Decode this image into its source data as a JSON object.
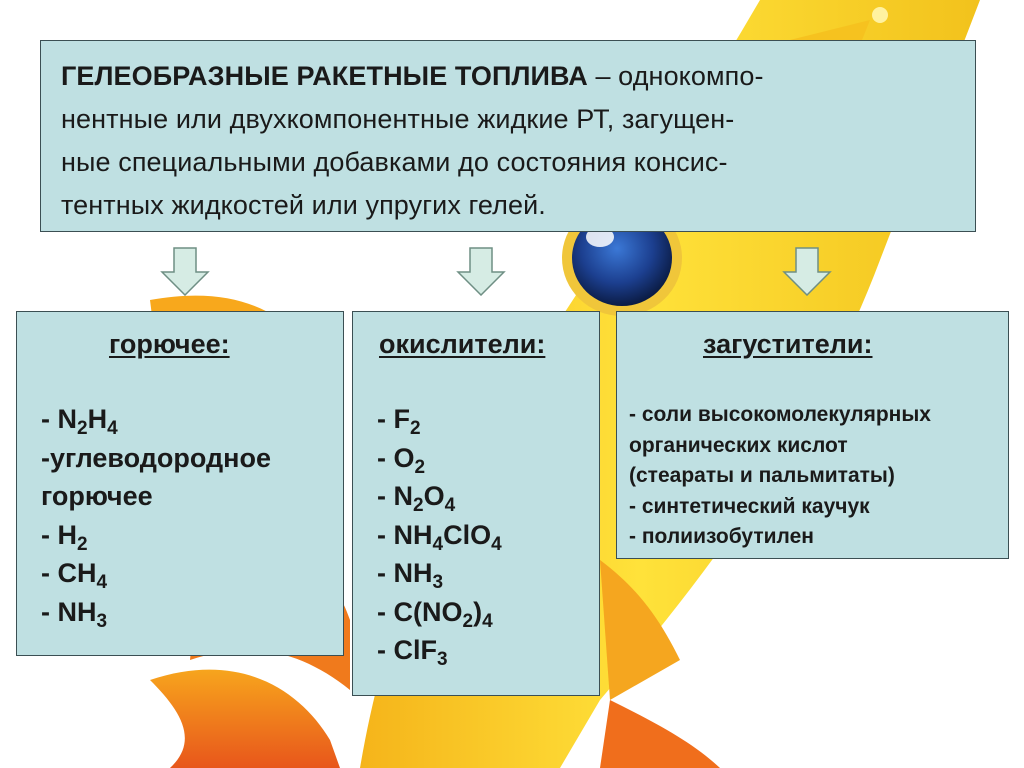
{
  "definition": {
    "term": "ГЕЛЕОБРАЗНЫЕ РАКЕТНЫЕ ТОПЛИВА",
    "line1_rest": " – однокомпо-",
    "line2": "нентные или двухкомпонентные жидкие РТ, загущен-",
    "line3": "ные специальными добавками до состояния консис-",
    "line4": "тентных жидкостей или упругих гелей."
  },
  "fuel": {
    "title": "горючее:",
    "items": [
      {
        "parts": [
          {
            "t": "- N"
          },
          {
            "s": "2"
          },
          {
            "t": "H"
          },
          {
            "s": "4"
          }
        ]
      },
      {
        "parts": [
          {
            "t": "-углеводородное"
          }
        ]
      },
      {
        "parts": [
          {
            "t": "горючее"
          }
        ]
      },
      {
        "parts": [
          {
            "t": "- H"
          },
          {
            "s": "2"
          }
        ]
      },
      {
        "parts": [
          {
            "t": "- CH"
          },
          {
            "s": "4"
          }
        ]
      },
      {
        "parts": [
          {
            "t": "- NH"
          },
          {
            "s": "3"
          }
        ]
      }
    ]
  },
  "oxidizers": {
    "title": "окислители:",
    "items": [
      {
        "parts": [
          {
            "t": "- F"
          },
          {
            "s": "2"
          }
        ]
      },
      {
        "parts": [
          {
            "t": "- O"
          },
          {
            "s": "2"
          }
        ]
      },
      {
        "parts": [
          {
            "t": "- N"
          },
          {
            "s": "2"
          },
          {
            "t": "O"
          },
          {
            "s": "4"
          }
        ]
      },
      {
        "parts": [
          {
            "t": "- NH"
          },
          {
            "s": "4"
          },
          {
            "t": "ClO"
          },
          {
            "s": "4"
          }
        ]
      },
      {
        "parts": [
          {
            "t": "- NH"
          },
          {
            "s": "3"
          }
        ]
      },
      {
        "parts": [
          {
            "t": "- C(NO"
          },
          {
            "s": "2"
          },
          {
            "t": ")"
          },
          {
            "s": "4"
          }
        ]
      },
      {
        "parts": [
          {
            "t": "- ClF"
          },
          {
            "s": "3"
          }
        ]
      }
    ]
  },
  "thickeners": {
    "title": "загустители:",
    "items": [
      {
        "parts": [
          {
            "t": "- соли высокомолекулярных"
          }
        ]
      },
      {
        "parts": [
          {
            "t": "органических кислот"
          }
        ]
      },
      {
        "parts": [
          {
            "t": "(стеараты и пальмитаты)"
          }
        ]
      },
      {
        "parts": [
          {
            "t": "- синтетический каучук"
          }
        ]
      },
      {
        "parts": [
          {
            "t": "- полиизобутилен"
          }
        ]
      }
    ]
  },
  "icons": {
    "arrow": "down-arrow-icon",
    "background": "rocket-illustration"
  },
  "colors": {
    "box_fill": "#bfe0e2",
    "box_border": "#3b4f53",
    "arrow_fill": "#d6ece4",
    "arrow_stroke": "#6f8f84"
  }
}
